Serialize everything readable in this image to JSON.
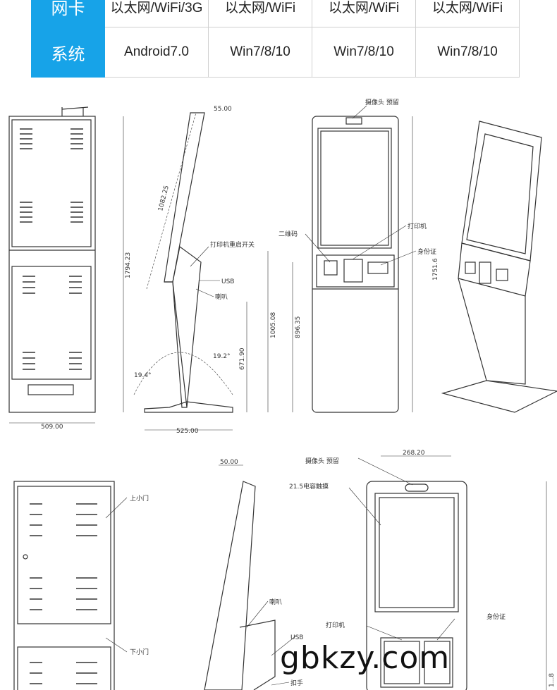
{
  "spec_table": {
    "rows": [
      {
        "header": "网卡",
        "cells": [
          "以太网/WiFi/3G",
          "以太网/WiFi",
          "以太网/WiFi",
          "以太网/WiFi"
        ]
      },
      {
        "header": "系统",
        "cells": [
          "Android7.0",
          "Win7/8/10",
          "Win7/8/10",
          "Win7/8/10"
        ]
      }
    ]
  },
  "drawing_top": {
    "dims": {
      "width_back": "509.00",
      "height_back": "1794.23",
      "top_offset": "55.00",
      "screen_len": "1082.25",
      "angle1": "19.4°",
      "angle2": "19.2°",
      "base_h": "671.90",
      "base_w": "525.00",
      "h1": "1005.08",
      "h2": "896.35",
      "h3": "1751.6"
    },
    "labels": {
      "printer_reset": "打印机重启开关",
      "usb": "USB",
      "speaker": "喇叭",
      "camera": "摄像头 预留",
      "qr": "二维码",
      "printer": "打印机",
      "id_card": "身份证"
    }
  },
  "drawing_bottom": {
    "dims": {
      "top_offset": "50.00",
      "camera_w": "268.20",
      "height": "1...8"
    },
    "labels": {
      "upper_door": "上小门",
      "lower_door": "下小门",
      "speaker": "喇叭",
      "usb": "USB",
      "handle": "扣手",
      "camera": "摄像头  预留",
      "touch": "21.5电容触摸",
      "printer": "打印机",
      "id_card": "身份证"
    }
  },
  "watermark": "gbkzy.com"
}
